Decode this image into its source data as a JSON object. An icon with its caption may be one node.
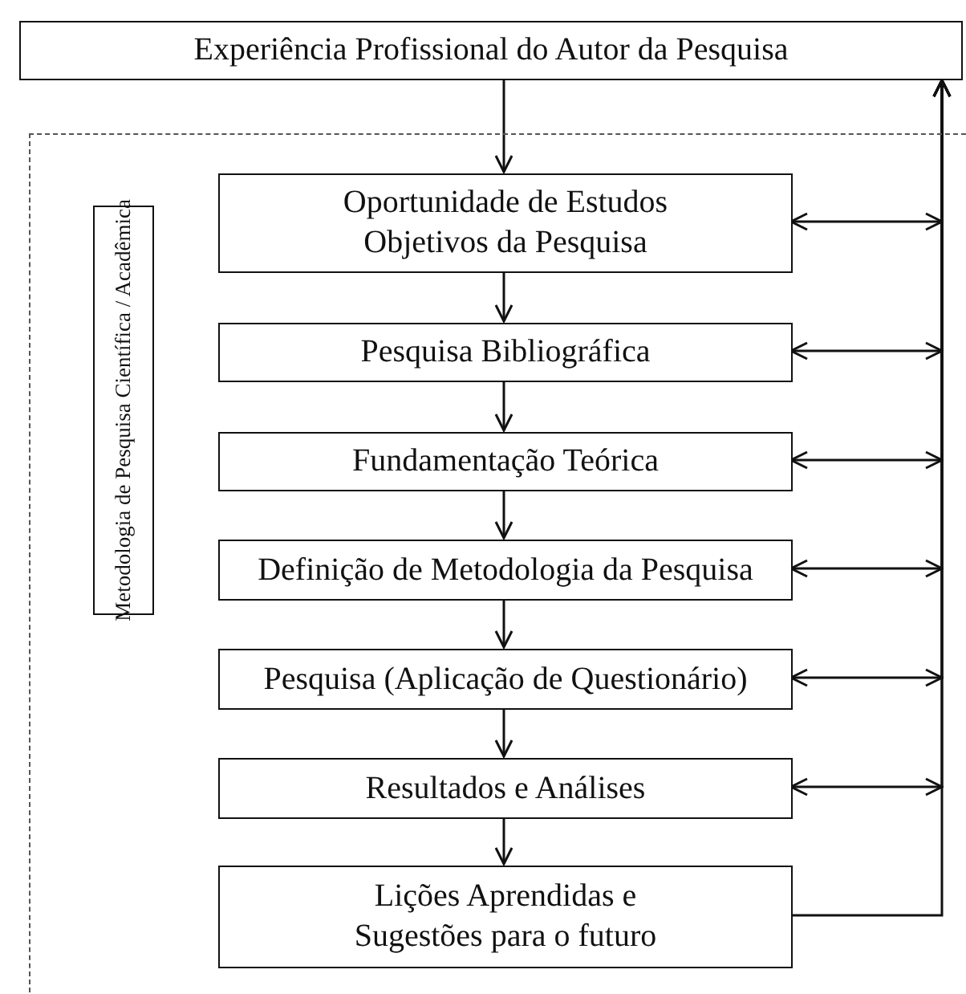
{
  "diagram": {
    "nodes": [
      {
        "text": [
          "Experiência Profissional do Autor da Pesquisa"
        ]
      },
      {
        "text": [],
        "shape": "box"
      },
      {
        "text": [
          "Metodologia de Pesquisa Científica / Acadêmica"
        ],
        "in": 1
      },
      {
        "text": [
          "Oportunidade de Estudos Objetivos da Pesquisa"
        ],
        "in": 1
      },
      {
        "text": [
          "Pesquisa Bibliográfica"
        ],
        "in": 1
      },
      {
        "text": [
          "Fundamentação Teórica"
        ],
        "in": 1
      },
      {
        "text": [
          "Definição de Metodologia da Pesquisa"
        ],
        "in": 1
      },
      {
        "text": [
          "Pesquisa (Aplicação de Questionário)"
        ],
        "in": 1
      },
      {
        "text": [
          "Resultados e Análises"
        ],
        "in": 1
      },
      {
        "text": [
          "Lições Aprendidas e Sugestões para o futuro"
        ],
        "in": 1
      }
    ],
    "edges": [
      {
        "from": 0,
        "to": 3,
        "arrow": "to"
      },
      {
        "from": 3,
        "to": 4,
        "arrow": "to"
      },
      {
        "from": 4,
        "to": 5,
        "arrow": "to"
      },
      {
        "from": 5,
        "to": 6,
        "arrow": "to"
      },
      {
        "from": 6,
        "to": 7,
        "arrow": "to"
      },
      {
        "from": 7,
        "to": 8,
        "arrow": "to"
      },
      {
        "from": 8,
        "to": 9,
        "arrow": "to"
      },
      {
        "from": 3,
        "to": 0,
        "arrow": "both"
      },
      {
        "from": 4,
        "to": 0,
        "arrow": "both"
      },
      {
        "from": 5,
        "to": 0,
        "arrow": "both"
      },
      {
        "from": 6,
        "to": 0,
        "arrow": "both"
      },
      {
        "from": 7,
        "to": 0,
        "arrow": "both"
      },
      {
        "from": 8,
        "to": 0,
        "arrow": "both"
      },
      {
        "from": 9,
        "to": 0,
        "arrow": "to"
      }
    ]
  }
}
